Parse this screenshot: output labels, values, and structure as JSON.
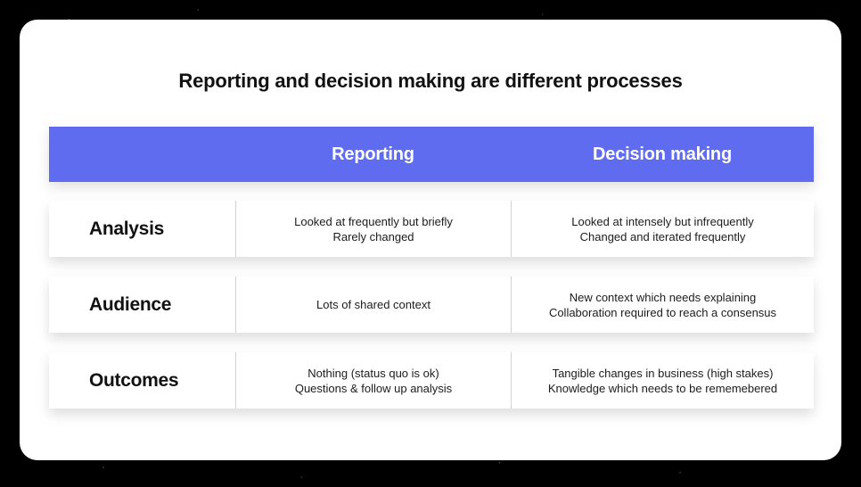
{
  "slide": {
    "title": "Reporting and decision making are different processes",
    "accent_color": "#5f6cf0",
    "frame_color": "#000000",
    "surface_color": "#ffffff"
  },
  "table": {
    "columns": [
      {
        "label": ""
      },
      {
        "label": "Reporting"
      },
      {
        "label": "Decision making"
      }
    ],
    "rows": [
      {
        "label": "Analysis",
        "reporting": [
          "Looked at frequently but briefly",
          "Rarely changed"
        ],
        "decision_making": [
          "Looked at intensely but infrequently",
          "Changed and iterated frequently"
        ]
      },
      {
        "label": "Audience",
        "reporting": [
          "Lots of shared context"
        ],
        "decision_making": [
          "New context which needs explaining",
          "Collaboration required to reach a consensus"
        ]
      },
      {
        "label": "Outcomes",
        "reporting": [
          "Nothing (status quo is ok)",
          "Questions & follow up analysis"
        ],
        "decision_making": [
          "Tangible changes in business (high stakes)",
          "Knowledge which needs to be rememebered"
        ]
      }
    ]
  }
}
